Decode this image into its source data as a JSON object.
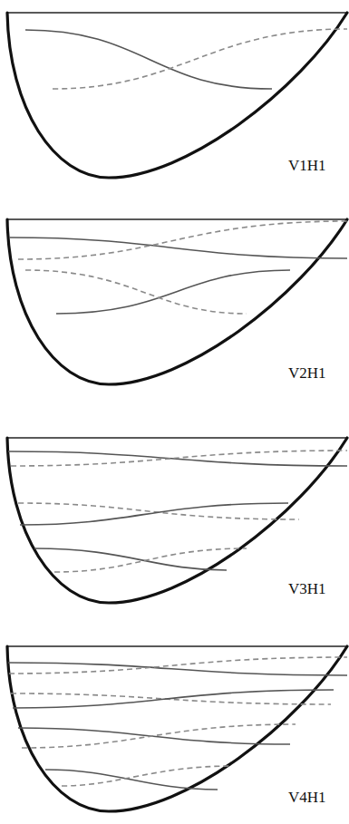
{
  "diagram": {
    "labels": [
      "V1H1",
      "V2H1",
      "V3H1",
      "V4H1"
    ]
  }
}
